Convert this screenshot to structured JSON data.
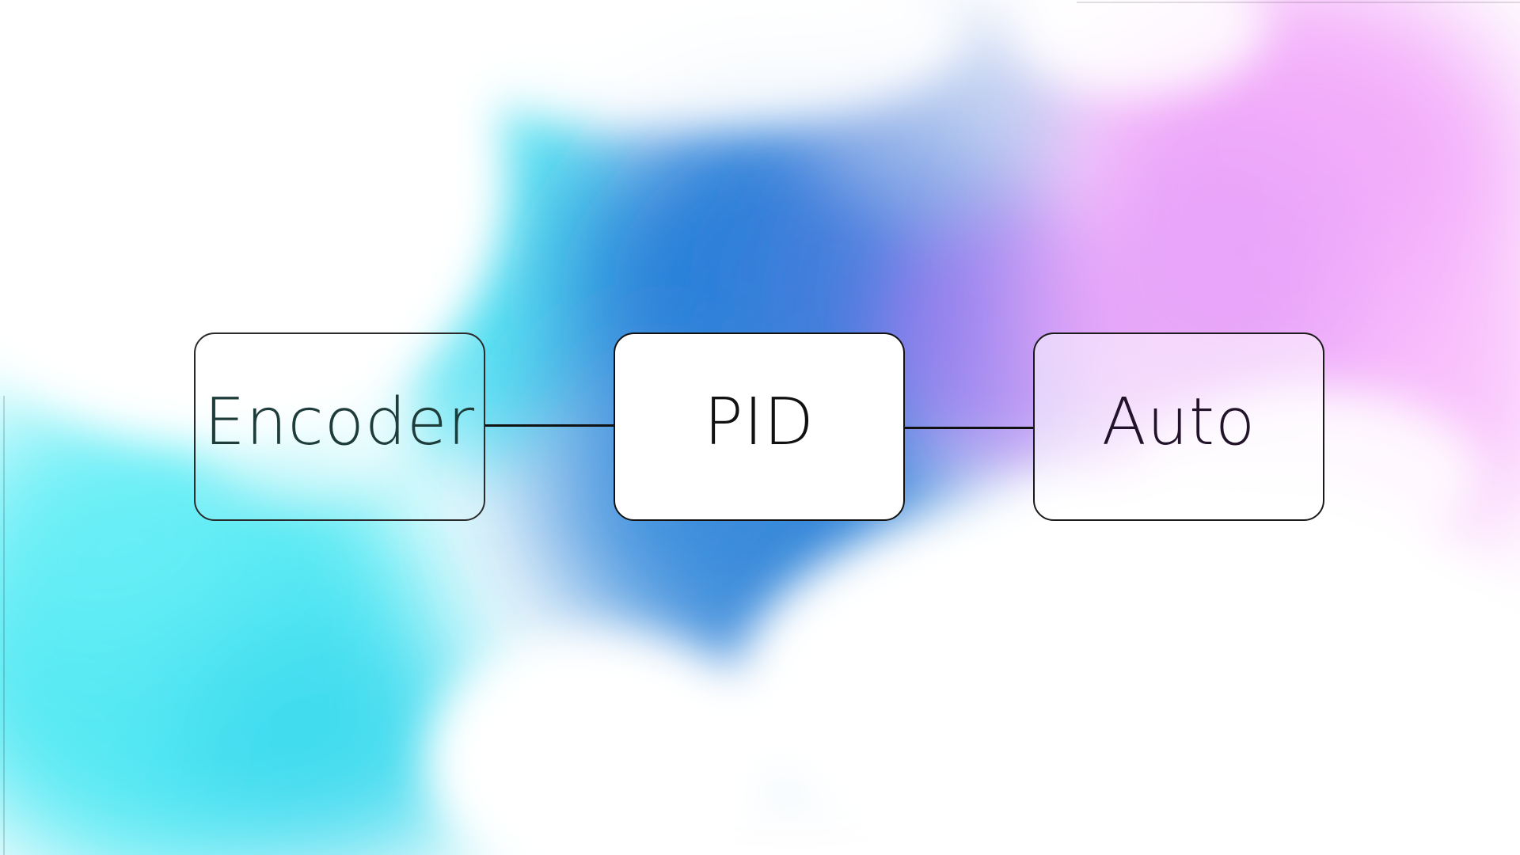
{
  "diagram": {
    "nodes": [
      {
        "id": "encoder",
        "label": "Encoder"
      },
      {
        "id": "pid",
        "label": "PID"
      },
      {
        "id": "auto",
        "label": "Auto"
      }
    ],
    "edges": [
      {
        "from": "encoder",
        "to": "pid"
      },
      {
        "from": "pid",
        "to": "auto"
      }
    ]
  },
  "background": {
    "style": "watercolor clouds",
    "colors": {
      "cyan": "#4ee6f0",
      "blue": "#1a6fd0",
      "violet": "#b07ef0",
      "pink": "#f9b6fb",
      "base": "#ffffff"
    }
  }
}
